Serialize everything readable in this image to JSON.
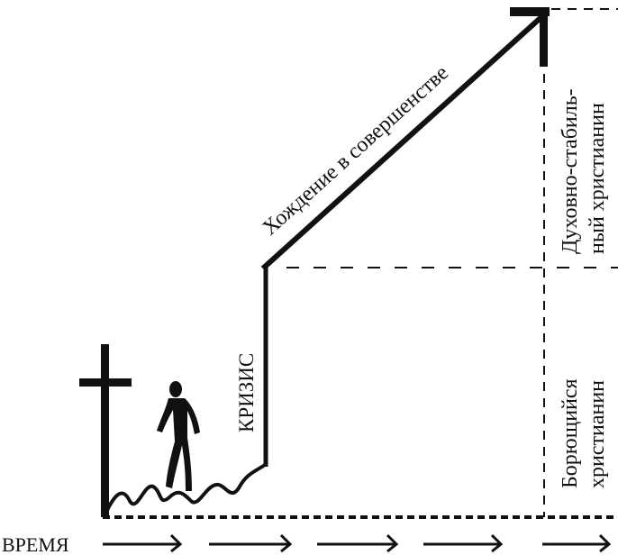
{
  "diagram": {
    "path_label": "Хождение в совершенстве",
    "crisis_label": "КРИЗИС",
    "time_label": "ВРЕМЯ",
    "stage_upper": {
      "line1": "Духовно-стабиль-",
      "line2": "ный христианин"
    },
    "stage_lower": {
      "line1": "Борющийся",
      "line2": "христианин"
    }
  },
  "colors": {
    "ink": "#111111",
    "paper": "#ffffff"
  },
  "icons": [
    "cross-icon",
    "walking-person-icon",
    "arrow-right-icon"
  ]
}
